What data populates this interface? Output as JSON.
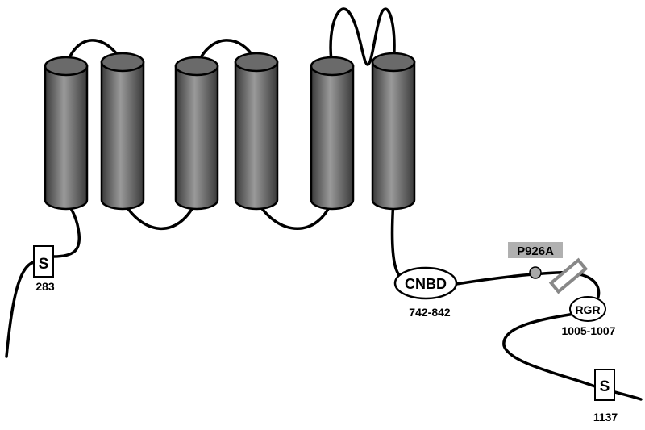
{
  "domains": {
    "cnbd": {
      "label": "CNBD",
      "range": "742-842"
    },
    "rgr": {
      "label": "RGR",
      "range": "1005-1007"
    }
  },
  "sites": {
    "s283": {
      "label": "S",
      "number": "283"
    },
    "s1137": {
      "label": "S",
      "number": "1137"
    }
  },
  "mutation": {
    "label": "P926A",
    "badge_color": "#b0b0b0",
    "dot_color": "#a8a8a8"
  },
  "helix_color_dark": "#3a3a3a",
  "helix_color_light": "#9a9a9a"
}
